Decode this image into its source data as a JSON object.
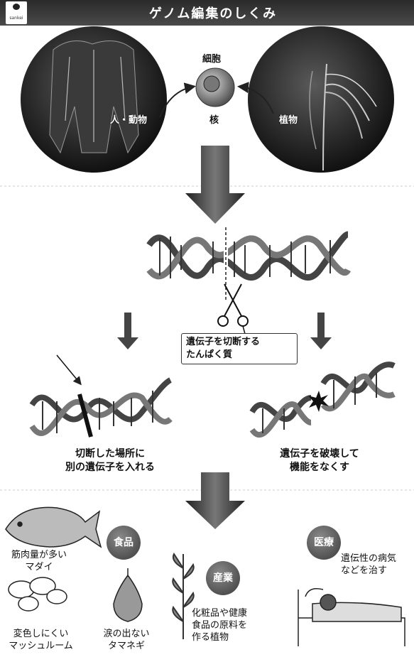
{
  "header": {
    "title": "ゲノム編集のしくみ",
    "logo_text": "sankei"
  },
  "top": {
    "cell_label": "細胞",
    "nucleus_label": "核",
    "left_label": "人・動物",
    "right_label": "植物"
  },
  "middle": {
    "protein_line1": "遺伝子を切断する",
    "protein_line2": "たんぱく質",
    "left_caption_line1": "切断した場所に",
    "left_caption_line2": "別の遺伝子を入れる",
    "right_caption_line1": "遺伝子を破壊して",
    "right_caption_line2": "機能をなくす"
  },
  "bottom": {
    "badge_food": "食品",
    "badge_industry": "産業",
    "badge_medical": "医療",
    "fish_line1": "筋肉量が多い",
    "fish_line2": "マダイ",
    "mushroom_line1": "変色しにくい",
    "mushroom_line2": "マッシュルーム",
    "onion_line1": "涙の出ない",
    "onion_line2": "タマネギ",
    "plant_line1": "化粧品や健康",
    "plant_line2": "食品の原料を",
    "plant_line3": "作る植物",
    "medical_line1": "遺伝性の病気",
    "medical_line2": "などを治す"
  }
}
